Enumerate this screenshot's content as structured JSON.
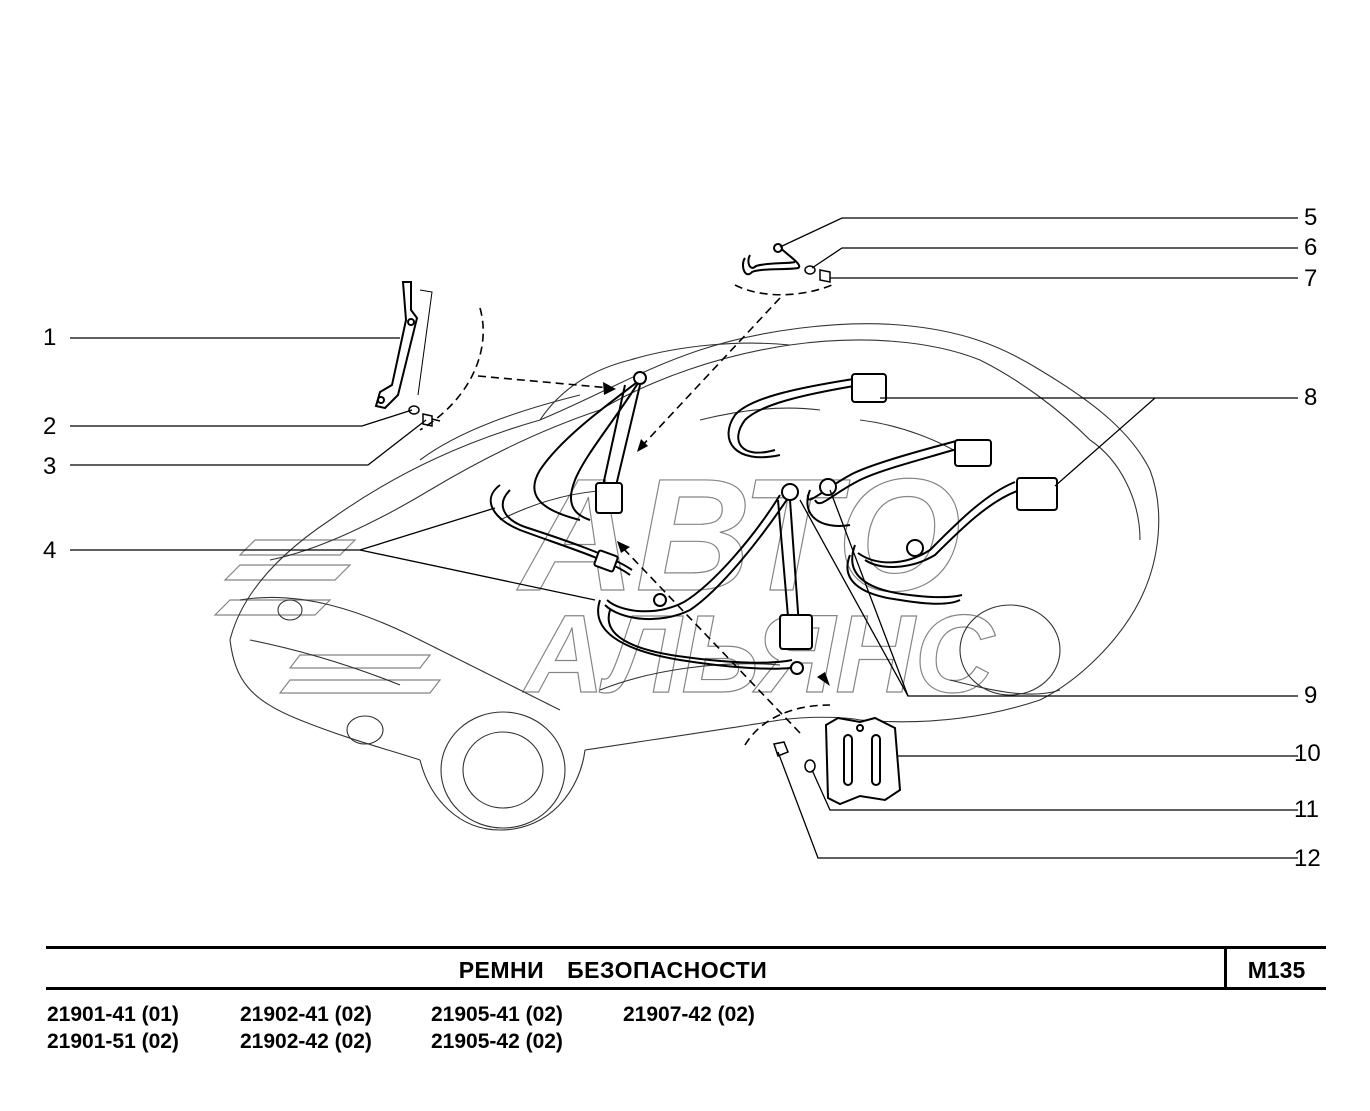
{
  "callouts": [
    "1",
    "2",
    "3",
    "4",
    "5",
    "6",
    "7",
    "8",
    "9",
    "10",
    "11",
    "12"
  ],
  "title": "РЕМНИ   БЕЗОПАСНОСТИ",
  "code": "M135",
  "models": [
    [
      "21901-41 (01)",
      "21902-41 (02)",
      "21905-41 (02)",
      "21907-42 (02)"
    ],
    [
      "21901-51 (02)",
      "21902-42 (02)",
      "21905-42 (02)"
    ]
  ],
  "watermark": [
    "АВТО",
    "АЛЬЯНС"
  ]
}
